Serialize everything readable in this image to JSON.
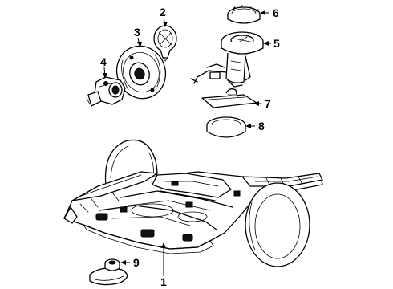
{
  "diagram": {
    "callouts": [
      {
        "number": "1",
        "part": "frame-rear-floor"
      },
      {
        "number": "2",
        "part": "fuel-filler-cap"
      },
      {
        "number": "3",
        "part": "fuel-filler-door-housing"
      },
      {
        "number": "4",
        "part": "fuel-filler-neck"
      },
      {
        "number": "5",
        "part": "fuel-pump-sender-assembly"
      },
      {
        "number": "6",
        "part": "lock-ring"
      },
      {
        "number": "7",
        "part": "fuel-pump-strainer"
      },
      {
        "number": "8",
        "part": "seal-ring"
      },
      {
        "number": "9",
        "part": "drain-plug"
      }
    ]
  }
}
